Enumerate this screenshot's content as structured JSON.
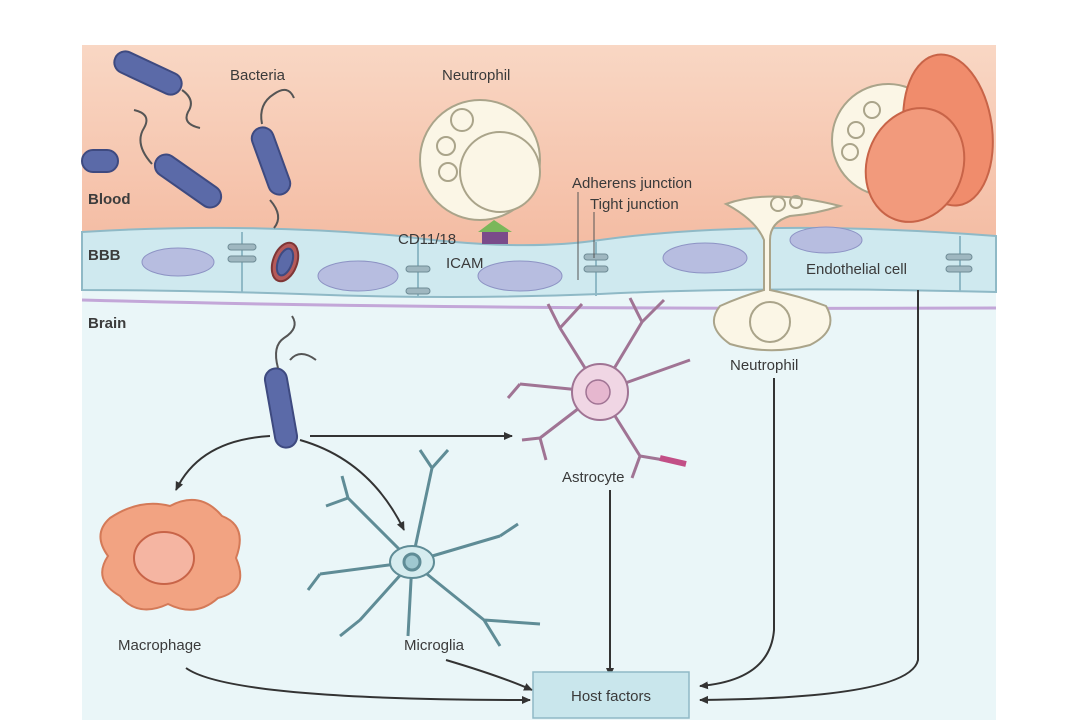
{
  "zones": {
    "blood": "Blood",
    "bbb": "BBB",
    "brain": "Brain"
  },
  "labels": {
    "bacteria": "Bacteria",
    "neutrophil_top": "Neutrophil",
    "adherens_junction": "Adherens junction",
    "tight_junction": "Tight junction",
    "cd11_18": "CD11/18",
    "icam": "ICAM",
    "endothelial_cell": "Endothelial cell",
    "neutrophil_brain": "Neutrophil",
    "astrocyte": "Astrocyte",
    "macrophage": "Macrophage",
    "microglia": "Microglia",
    "host_factors": "Host factors"
  },
  "colors": {
    "blood": "#f6c6ae",
    "brain": "#eaf6f8",
    "endothelium": "#cfe9ef",
    "nucleus": "#b7bde0",
    "bacterium": "#5b6aa8",
    "astrocyte": "#f0d6e4",
    "microglia": "#5f8c96",
    "macrophage": "#f2a382",
    "red_cell": "#f08c6c",
    "host_box": "#c9e6ec"
  }
}
